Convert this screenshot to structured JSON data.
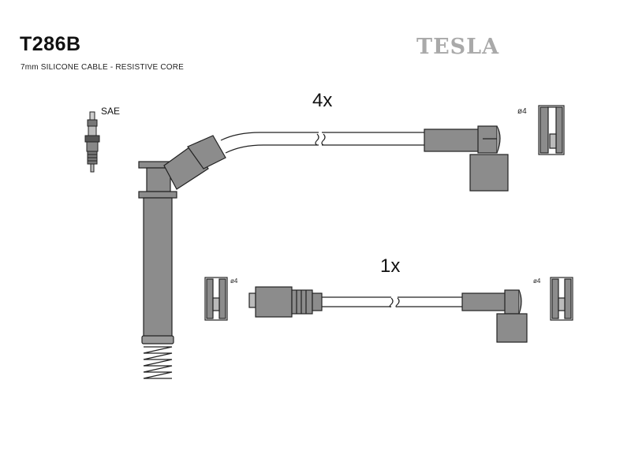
{
  "header": {
    "product_code": "T286B",
    "subtitle": "7mm SILICONE CABLE - RESISTIVE CORE",
    "brand": "TESLA"
  },
  "labels": {
    "spark_plug": "SAE",
    "qty_long_lead": "4x",
    "qty_short_lead": "1x",
    "terminal_diameter": "ø4"
  },
  "colors": {
    "part_fill": "#8c8c8c",
    "outline": "#222222",
    "brand_gray": "#a9a9a9"
  }
}
